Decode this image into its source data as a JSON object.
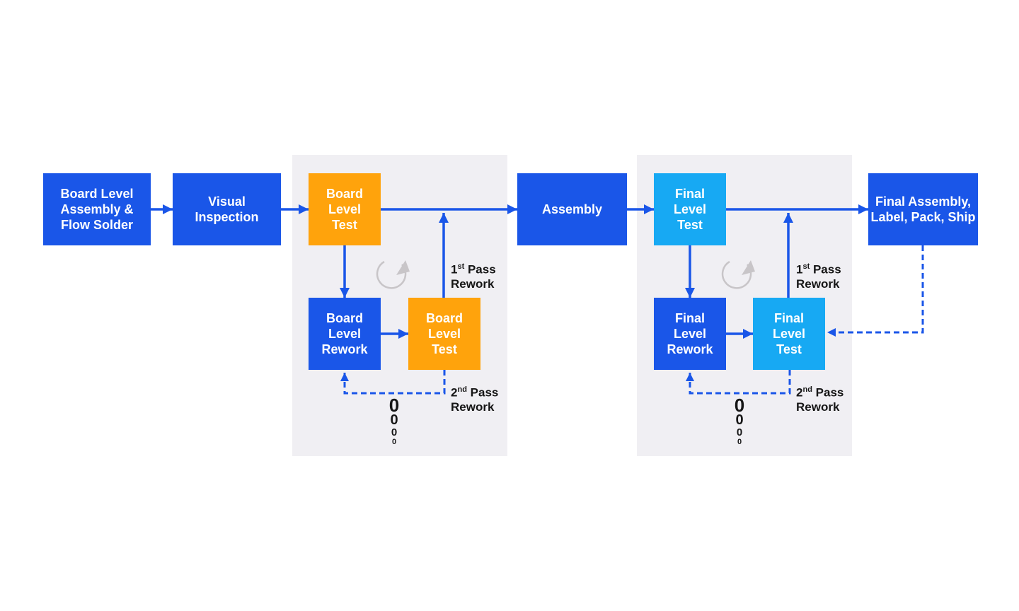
{
  "colors": {
    "blue": "#1A56E8",
    "orange": "#FFA30C",
    "cyan": "#17A9F3",
    "panel_bg": "#F0EFF3",
    "loop_icon_gray": "#C8C5C8",
    "label_text": "#161616"
  },
  "flow": {
    "board_level_assembly": "Board Level\nAssembly &\nFlow Solder",
    "visual_inspection": "Visual\nInspection",
    "assembly": "Assembly",
    "final_assembly_ship": "Final Assembly,\nLabel, Pack, Ship"
  },
  "panels": [
    {
      "test_top": "Board\nLevel\nTest",
      "rework": "Board\nLevel\nRework",
      "test_retest": "Board\nLevel\nTest",
      "first_pass": {
        "num": "1",
        "sup": "st",
        "rest": " Pass",
        "line2": "Rework"
      },
      "second_pass": {
        "num": "2",
        "sup": "nd",
        "rest": " Pass",
        "line2": "Rework"
      },
      "zeros": [
        "0",
        "0",
        "0",
        "0"
      ]
    },
    {
      "test_top": "Final\nLevel\nTest",
      "rework": "Final\nLevel\nRework",
      "test_retest": "Final\nLevel\nTest",
      "first_pass": {
        "num": "1",
        "sup": "st",
        "rest": " Pass",
        "line2": "Rework"
      },
      "second_pass": {
        "num": "2",
        "nd": "",
        "sup": "nd",
        "rest": " Pass",
        "line2": "Rework"
      },
      "zeros": [
        "0",
        "0",
        "0",
        "0"
      ]
    }
  ]
}
